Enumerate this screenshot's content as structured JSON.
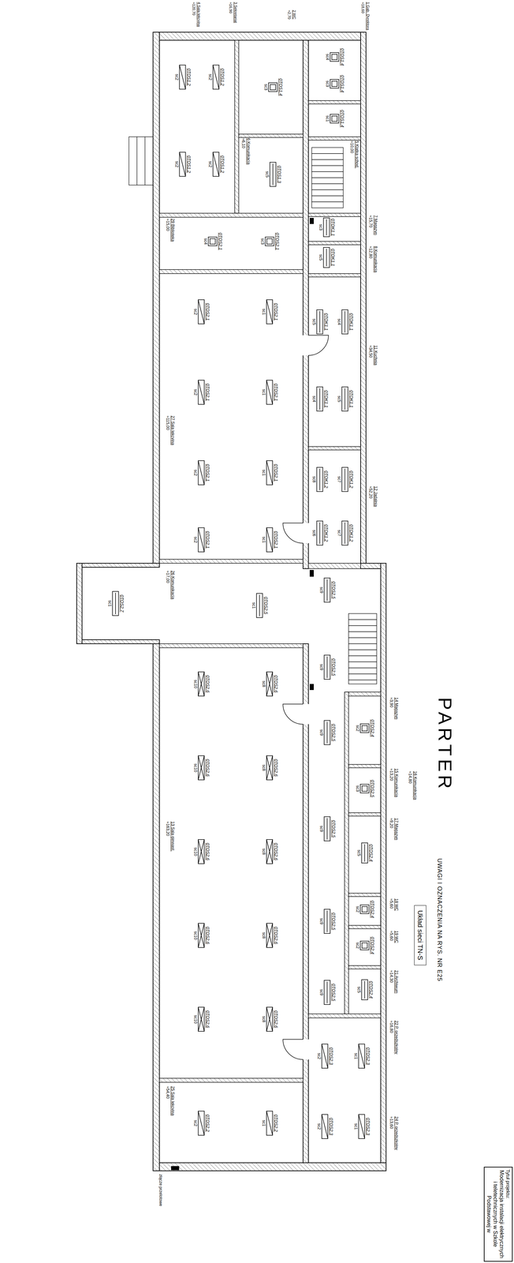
{
  "diagram": {
    "title": "PARTER",
    "nodes": [
      {
        "text": [
          "Układ sieci TN-S"
        ]
      },
      {
        "text": [
          "Tytuł projektu:",
          "Modernizacja instalacji elektrycznych i teletechnicznych w Szkole Podstawowej w"
        ]
      }
    ],
    "labels": [
      "4 Sala lekcyjna",
      "≈120,70",
      "3 Sekretariat",
      "≈16,90",
      "2 WC",
      "≈2,70",
      "1 Gab. Dyrektora",
      "≈18,60",
      "5 Klatka schod.",
      "≈10,00",
      "6 Komunikacja",
      "≈6,10",
      "7 Magazyn",
      "≈15,70",
      "8 Komunikacja",
      "≈12,80",
      "11 Kuchnia",
      "≈34,50",
      "12 Jadalnia",
      "≈52,20",
      "29 Biblioteka",
      "≈15,00",
      "27 Sala lekcyjna",
      "≈115,00",
      "26 Komunikacja",
      "≈17,00",
      "13 Sala gimnast.",
      "≈163,20",
      "25 Sala lekcyjna",
      "≈54,40",
      "14 Magazyn",
      "≈3,90",
      "15 Komunikacja",
      "≈13,20",
      "16 Komunikacja",
      "≈14,80",
      "17 Magazyn",
      "≈9,20",
      "18 WC",
      "≈5,60",
      "19 WC",
      "≈5,60",
      "21 Archiwum",
      "≈14,30",
      "22 P. przedszkolny",
      "≈16,80",
      "24 P. przedszkolny",
      "≈13,60",
      "UWAGI I OZNACZENIA NA RYS. NR E25",
      "złącze przelotowe",
      "0TOS1.2",
      "sc2",
      "0TOS1.2",
      "sc2",
      "0TOS1.2",
      "sc2",
      "0TOS1.2",
      "sc2",
      "0TOS1.4",
      "sc3",
      "0TOS1.3",
      "sc5",
      "0TOS1.4",
      "sc4",
      "0TOS1.4",
      "sc3",
      "0TOS1.4",
      "sc1",
      "0TOK1.1",
      "sc3",
      "0TOK1.1",
      "sc5",
      "0TOK1.1",
      "sc4",
      "0TOK1.1",
      "sc5",
      "0TOK1.1",
      "sc5",
      "0TOK1.1",
      "sc4",
      "0TOK1.2",
      "sc7",
      "0TOK1.2",
      "sc7",
      "0TOK1.2",
      "sc8",
      "0TOK1.2",
      "sc6",
      "0TOS2.1",
      "sc3",
      "0TOS2.1",
      "sc4",
      "0TOS2.1",
      "sc1",
      "0TOS2.1",
      "sc1",
      "0TOS2.1",
      "sc1",
      "0TOS2.1",
      "sc1",
      "0TOS2.1",
      "sc2",
      "0TOS2.1",
      "sc2",
      "0TOS2.1",
      "sc2",
      "0TOS2.1",
      "sc2",
      "0TOS2.5",
      "sc1",
      "0TOS2.7",
      "sc1",
      "0TOS2.5",
      "sc9",
      "0TOS2.5",
      "sc9",
      "0TOS2.5",
      "sc9",
      "0TOS2.5",
      "sc9",
      "0TOS2.5",
      "sc9",
      "0TOS2.5",
      "sc9",
      "0TOS2.4",
      "sc2",
      "0TOS2.5",
      "sc3",
      "0TOS2.4",
      "sc5",
      "0TOS2.4",
      "sc2",
      "0TOS2.4",
      "sc2",
      "0TOS2.4",
      "sc5",
      "0TOS2.3",
      "sc1",
      "0TOS2.3",
      "sc1",
      "0TOS2.3",
      "sc2",
      "0TOS2.3",
      "sc2",
      "0TOS2.6",
      "sc8",
      "0TOS2.6",
      "sc8",
      "0TOS2.6",
      "sc8",
      "0TOS2.6",
      "sc8",
      "0TOS2.6",
      "sc8",
      "0TOS2.6",
      "sc10",
      "0TOS2.6",
      "sc10",
      "0TOS2.6",
      "sc10",
      "0TOS2.6",
      "sc10",
      "0TOS2.6",
      "sc10",
      "0TOS2.2",
      "sc1",
      "0TOS2.2",
      "sc2"
    ]
  }
}
